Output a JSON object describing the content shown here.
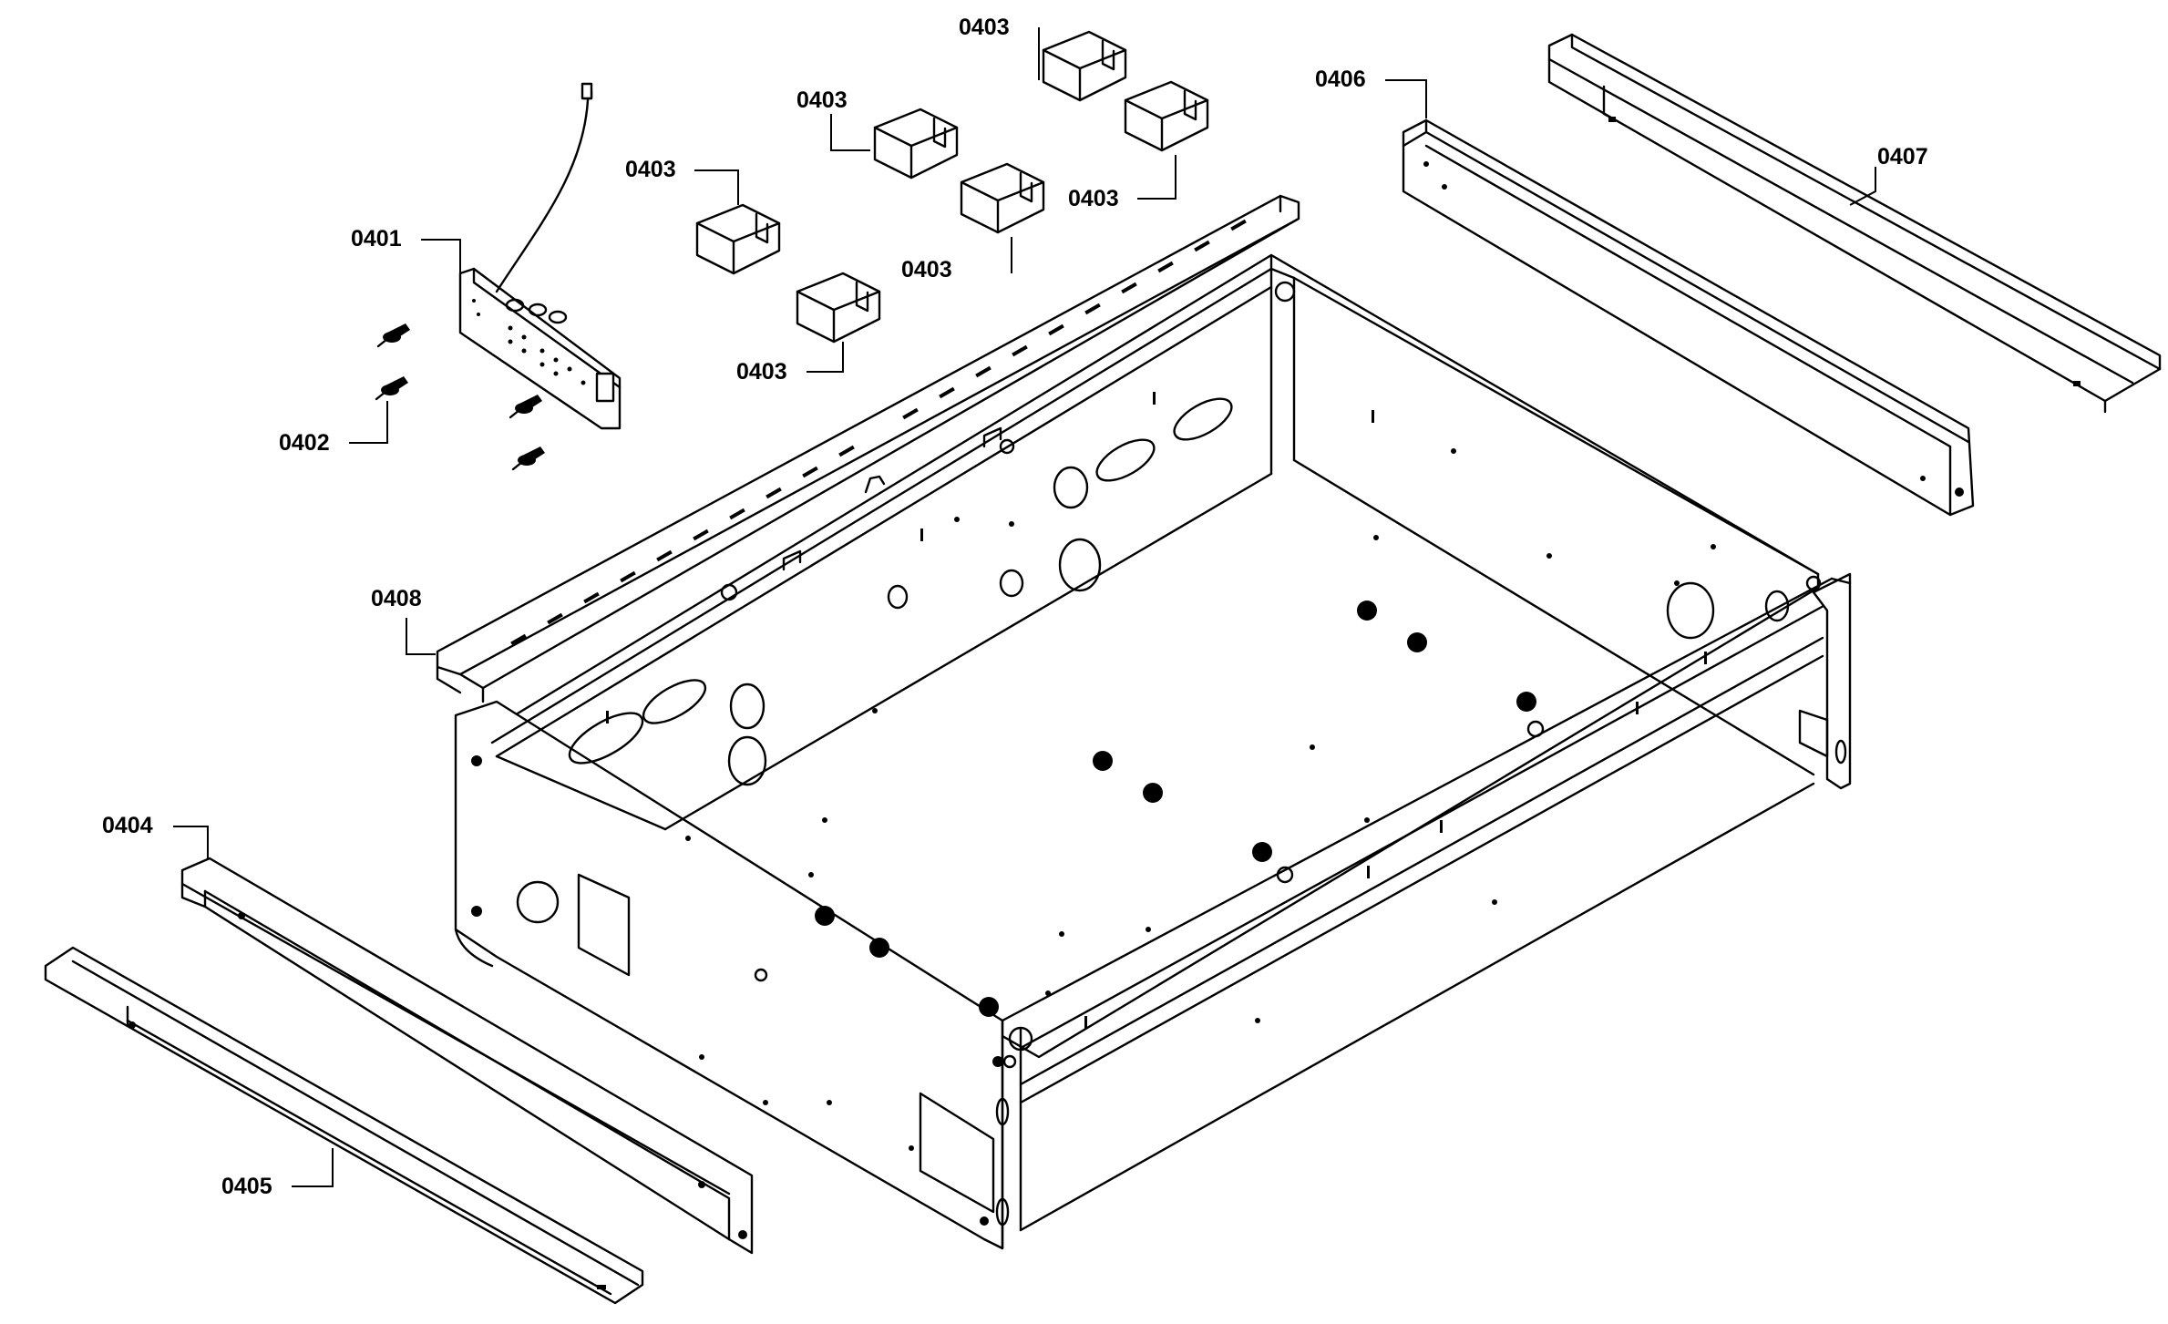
{
  "parts": [
    {
      "id": "0401",
      "label": "0401"
    },
    {
      "id": "0402",
      "label": "0402"
    },
    {
      "id": "0403a",
      "label": "0403"
    },
    {
      "id": "0403b",
      "label": "0403"
    },
    {
      "id": "0403c",
      "label": "0403"
    },
    {
      "id": "0403d",
      "label": "0403"
    },
    {
      "id": "0403e",
      "label": "0403"
    },
    {
      "id": "0403f",
      "label": "0403"
    },
    {
      "id": "0404",
      "label": "0404"
    },
    {
      "id": "0405",
      "label": "0405"
    },
    {
      "id": "0406",
      "label": "0406"
    },
    {
      "id": "0407",
      "label": "0407"
    },
    {
      "id": "0408",
      "label": "0408"
    }
  ]
}
